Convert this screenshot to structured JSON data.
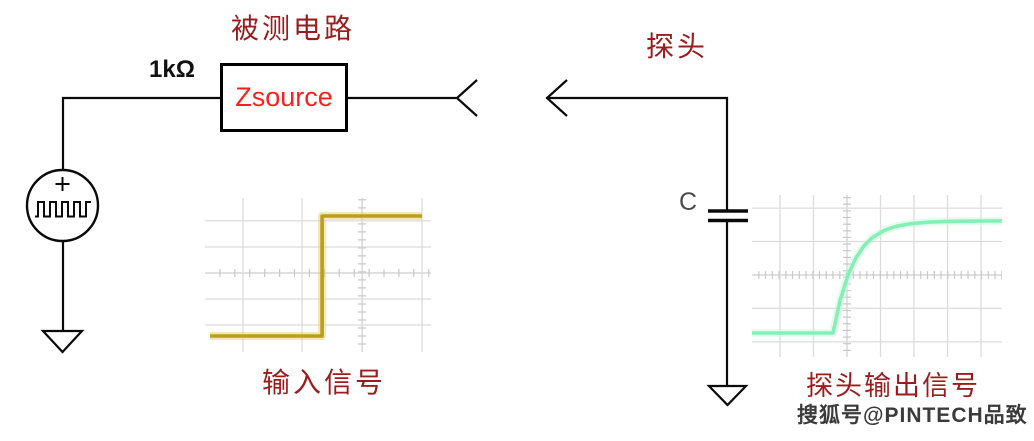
{
  "colors": {
    "label_red": "#9A1D1D",
    "zsource_red": "#FF1E1E",
    "wire": "#0A0A0A",
    "grid": "#DCDCDC",
    "grid_center": "#C8C8C8",
    "input_wave": "#BD9E1A",
    "input_wave_halo": "#E2D078",
    "output_wave": "#86EFB6",
    "output_wave_halo": "#C9F8DF",
    "watermark_gray": "#3B3B3B"
  },
  "labels": {
    "circuit_under_test": "被测电路",
    "probe": "探头",
    "resistor_value": "1kΩ",
    "source_impedance": "Zsource",
    "capacitor": "C",
    "input_signal": "输入信号",
    "probe_output_signal": "探头输出信号",
    "watermark": "搜狐号@PINTECH品致"
  },
  "chart_data": [
    {
      "id": "input_signal_scope",
      "type": "line",
      "title": "输入信号",
      "xlabel": "",
      "ylabel": "",
      "legend": false,
      "description": "Square step input: low level until mid-screen, instantaneous step up to high level",
      "grid": {
        "v_lines": [
          0.168,
          0.429,
          0.695,
          0.96
        ],
        "h_lines": [
          0.175,
          0.344,
          0.513,
          0.682,
          0.851
        ],
        "center_v": 0.695,
        "center_h": 0.513,
        "tick_step_x": 0.066,
        "tick_step_y": 0.052
      },
      "series": [
        {
          "name": "input step",
          "color": "#BD9E1A",
          "halo": "#E2D078",
          "points_norm": [
            [
              0.022,
              0.104
            ],
            [
              0.518,
              0.104
            ],
            [
              0.518,
              0.883
            ],
            [
              0.96,
              0.883
            ]
          ]
        }
      ]
    },
    {
      "id": "probe_output_scope",
      "type": "line",
      "title": "探头输出信号",
      "xlabel": "",
      "ylabel": "",
      "legend": false,
      "description": "RC low-pass response: flat low level then exponential rise to high level",
      "grid": {
        "v_lines": [
          0.112,
          0.246,
          0.38,
          0.514,
          0.648,
          0.782,
          0.916
        ],
        "h_lines": [
          0.093,
          0.3,
          0.506,
          0.713,
          0.919
        ],
        "center_v": 0.38,
        "center_h": 0.506,
        "tick_step_x": 0.027,
        "tick_step_y": 0.041
      },
      "series": [
        {
          "name": "RC response",
          "color": "#86EFB6",
          "halo": "#C9F8DF",
          "points_norm": [
            [
              0.0,
              0.148
            ],
            [
              0.324,
              0.148
            ],
            [
              0.352,
              0.347
            ],
            [
              0.384,
              0.506
            ],
            [
              0.416,
              0.613
            ],
            [
              0.448,
              0.686
            ],
            [
              0.48,
              0.735
            ],
            [
              0.528,
              0.781
            ],
            [
              0.576,
              0.807
            ],
            [
              0.64,
              0.824
            ],
            [
              0.72,
              0.834
            ],
            [
              0.832,
              0.838
            ],
            [
              1.0,
              0.84
            ]
          ]
        }
      ]
    }
  ]
}
